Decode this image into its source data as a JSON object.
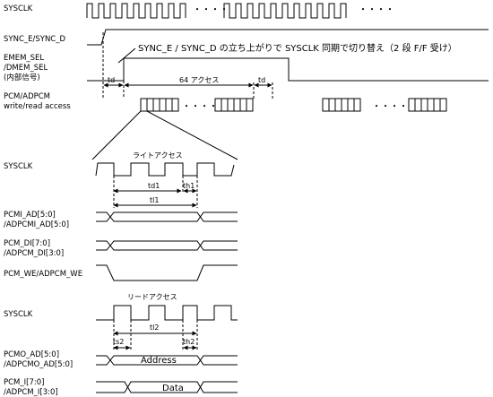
{
  "signals": {
    "sysclk": "SYSCLK",
    "sync": "SYNC_E/SYNC_D",
    "emem_1": "EMEM_SEL",
    "emem_2": "/DMEM_SEL",
    "emem_3": "(内部信号)",
    "pcm_access_1": "PCM/ADPCM",
    "pcm_access_2": "write/read access",
    "sysclk_w": "SYSCLK",
    "pcmi_ad_1": "PCMI_AD[5:0]",
    "pcmi_ad_2": "/ADPCMI_AD[5:0]",
    "pcm_di_1": "PCM_DI[7:0]",
    "pcm_di_2": "/ADPCM_DI[3:0]",
    "pcm_we": "PCM_WE/ADPCM_WE",
    "sysclk_r": "SYSCLK",
    "pcmo_ad_1": "PCMO_AD[5:0]",
    "pcmo_ad_2": "/ADPCMO_AD[5:0]",
    "pcm_i_1": "PCM_I[7:0]",
    "pcm_i_2": "/ADPCM_I[3:0]"
  },
  "annotations": {
    "sync_note": "SYNC_E / SYNC_D の立ち上がりで SYSCLK 同期で切り替え（2 段 F/F 受け）",
    "td_left": "td",
    "access_count": "64 アクセス",
    "td_right": "td",
    "write_title": "ライトアクセス",
    "td1": "td1",
    "th1": "th1",
    "tl1": "tl1",
    "read_title": "リードアクセス",
    "tl2": "tl2",
    "ts2": "ts2",
    "th2": "th2",
    "address": "Address",
    "data": "Data",
    "dots": "・・・・"
  }
}
